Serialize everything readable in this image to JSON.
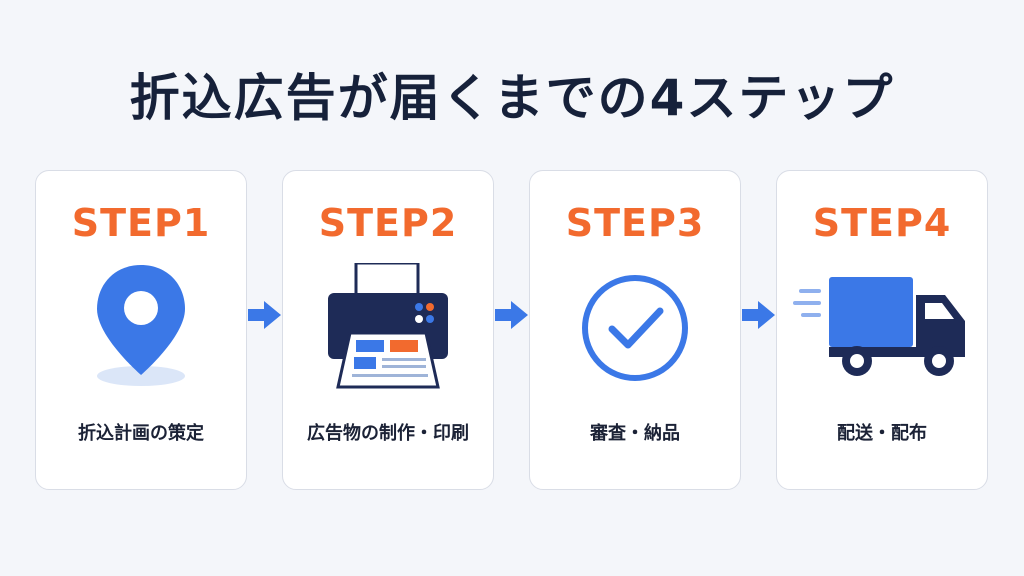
{
  "title": "折込広告が届くまでの4ステップ",
  "colors": {
    "accent": "#f26a2e",
    "primary": "#3b78e7",
    "dark": "#1e2b57"
  },
  "steps": [
    {
      "label": "STEP1",
      "caption": "折込計画の策定",
      "icon": "map-pin-icon"
    },
    {
      "label": "STEP2",
      "caption": "広告物の制作・印刷",
      "icon": "printer-icon"
    },
    {
      "label": "STEP3",
      "caption": "審査・納品",
      "icon": "check-circle-icon"
    },
    {
      "label": "STEP4",
      "caption": "配送・配布",
      "icon": "delivery-truck-icon"
    }
  ]
}
